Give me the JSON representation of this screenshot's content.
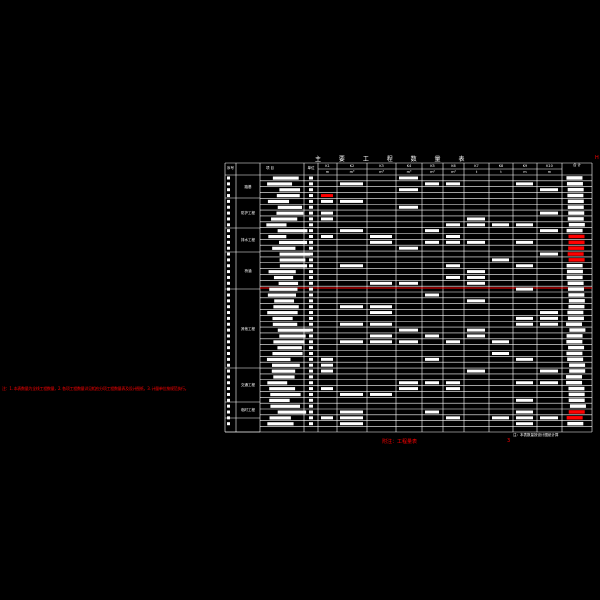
{
  "title": "主 要 工 程 数 量 表",
  "corner_mark": "H",
  "header": {
    "index": "序号",
    "item": "项 目",
    "unit": "单位",
    "columns": [
      "K1",
      "K2",
      "K3",
      "K4",
      "K5",
      "K6",
      "K7",
      "K8",
      "K9",
      "K10"
    ],
    "sub_units": [
      "m",
      "m³",
      "m³",
      "m³",
      "m²",
      "m²",
      "t",
      "t",
      "m",
      "m"
    ],
    "total": "合 计"
  },
  "groups": [
    "路基",
    "防护工程",
    "排水工程",
    "桥涵",
    "其他工程",
    "交通工程",
    "临时工程"
  ],
  "left_note": "注：1. 本表数量为全线工程数量，2. 各项工程数量详见相应分项工程数量表及设计图纸，3. 计量单位按规范执行。",
  "footer_caption": "附注：工程量表",
  "footer_number": "3",
  "footer_note": "注：本表数量按设计图纸计算"
}
